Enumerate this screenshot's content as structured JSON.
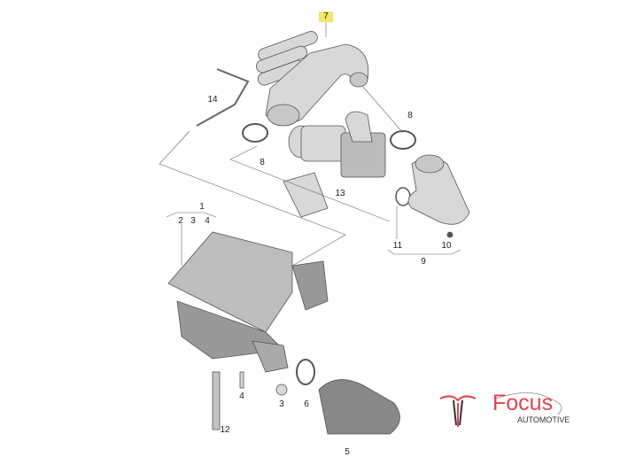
{
  "diagram": {
    "callouts": {
      "part_7": "7",
      "part_14": "14",
      "part_8a": "8",
      "part_8b": "8",
      "part_13": "13",
      "part_1": "1",
      "part_2": "2",
      "part_3a": "3",
      "part_4a": "4",
      "part_11": "11",
      "part_9": "9",
      "part_10": "10",
      "part_12": "12",
      "part_4b": "4",
      "part_3b": "3",
      "part_6": "6",
      "part_5": "5"
    },
    "highlighted_part": "7",
    "highlight_color": "#f5e56b"
  },
  "logo": {
    "name": "Focus",
    "subtitle": "AUTOMOTIVE",
    "color": "#e2444f"
  }
}
